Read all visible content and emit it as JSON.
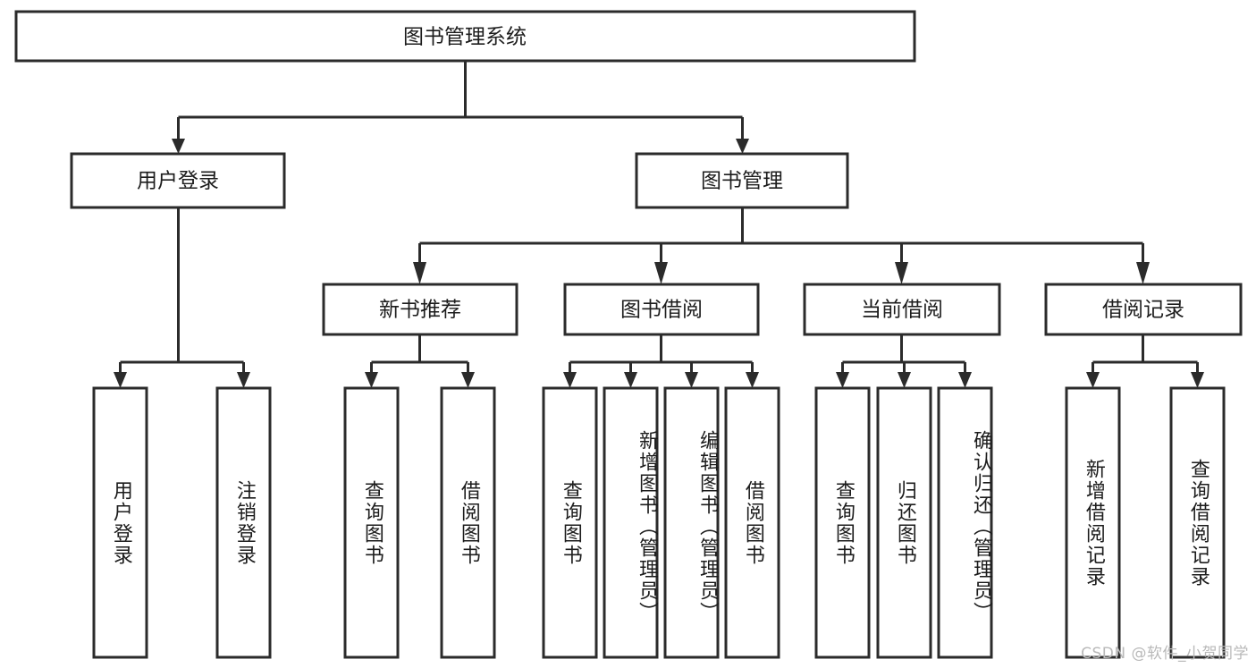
{
  "diagram": {
    "title": "图书管理系统",
    "type": "tree-hierarchy",
    "root": {
      "label": "图书管理系统"
    },
    "level2": [
      {
        "label": "用户登录"
      },
      {
        "label": "图书管理"
      }
    ],
    "level3": [
      {
        "label": "新书推荐"
      },
      {
        "label": "图书借阅"
      },
      {
        "label": "当前借阅"
      },
      {
        "label": "借阅记录"
      }
    ],
    "leaves": {
      "user_login": [
        {
          "label": "用户登录"
        },
        {
          "label": "注销登录"
        }
      ],
      "new_book_recommend": [
        {
          "label": "查询图书"
        },
        {
          "label": "借阅图书"
        }
      ],
      "book_borrow": [
        {
          "label": "查询图书"
        },
        {
          "label": "新增图书（管理员）"
        },
        {
          "label": "编辑图书（管理员）"
        },
        {
          "label": "借阅图书"
        }
      ],
      "current_borrow": [
        {
          "label": "查询图书"
        },
        {
          "label": "归还图书"
        },
        {
          "label": "确认归还（管理员）"
        }
      ],
      "borrow_record": [
        {
          "label": "新增借阅记录"
        },
        {
          "label": "查询借阅记录"
        }
      ]
    }
  },
  "watermark": {
    "text": "CSDN @软件_小贺同学"
  },
  "colors": {
    "stroke": "#2b2b2b",
    "fill": "#ffffff",
    "text": "#1c1c1c",
    "watermark": "#b9b9b9"
  }
}
